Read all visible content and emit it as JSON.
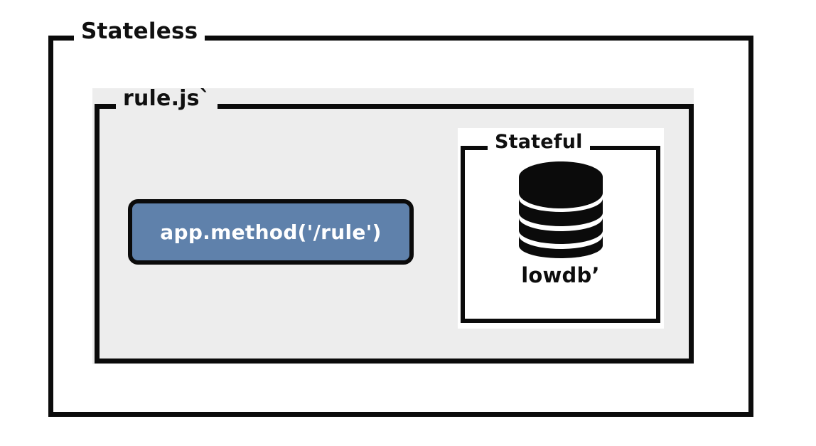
{
  "diagram": {
    "title": "Stateless / rule.js architecture",
    "background": "#ffffff",
    "colors": {
      "stroke": "#0b0b0b",
      "panel_gray": "#ededed",
      "node_blue": "#5f81ab",
      "node_text": "#ffffff",
      "white": "#ffffff"
    }
  },
  "groups": {
    "stateless": {
      "label": "Stateless"
    },
    "rulejs": {
      "label": "rule.js`"
    },
    "stateful": {
      "label": "Stateful"
    }
  },
  "nodes": {
    "app_method": {
      "label": "app.method('/rule')"
    },
    "database": {
      "icon": "database-cylinder-icon",
      "caption": "lowdb’",
      "segments": 4
    }
  }
}
